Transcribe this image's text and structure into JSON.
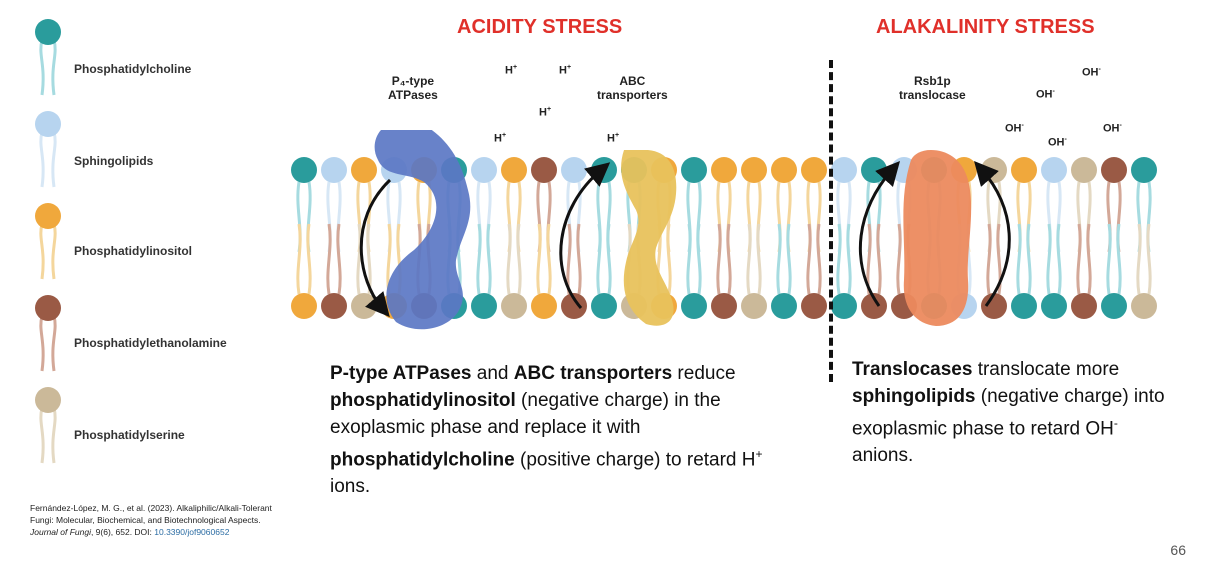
{
  "legend": [
    {
      "label": "Phosphatidylcholine",
      "color": "#2a9c9c",
      "tail": "#a6dbe0"
    },
    {
      "label": "Sphingolipids",
      "color": "#b7d4ef",
      "tail": "#d7e7f5"
    },
    {
      "label": "Phosphatidylinositol",
      "color": "#f0a83c",
      "tail": "#f4d69c"
    },
    {
      "label": "Phosphatidylethanolamine",
      "color": "#9a5a45",
      "tail": "#d3a898"
    },
    {
      "label": "Phosphatidylserine",
      "color": "#cbb999",
      "tail": "#e4d9c3"
    }
  ],
  "titles": {
    "acidity": "ACIDITY STRESS",
    "alkalinity": "ALAKALINITY STRESS"
  },
  "labels": {
    "p4_atpases": "P₄-type\nATPases",
    "abc_transporters": "ABC\ntransporters",
    "rsb1p": "Rsb1p\ntranslocase"
  },
  "ions": {
    "h": "H",
    "h_sup": "+",
    "oh": "OH",
    "oh_sup": "-"
  },
  "acid_text": {
    "t1": "P-type ATPases",
    "t2": " and ",
    "t3": "ABC transporters",
    "t4": " reduce ",
    "t5": "phosphatidylinositol",
    "t6": " (negative charge) in the exoplasmic phase and replace it with ",
    "t7": "phosphatidylcholine",
    "t8": "  (positive charge) to retard H",
    "t9": "+",
    "t10": " ions."
  },
  "alk_text": {
    "t1": "Translocases",
    "t2": " translocate more ",
    "t3": "sphingolipids",
    "t4": " (negative charge) into exoplasmic phase to retard OH",
    "t5": "-",
    "t6": " anions."
  },
  "citation": {
    "authors": "Fernández-López, M. G., et al. (2023). Alkaliphilic/Alkali-Tolerant Fungi: Molecular, Biochemical, and Biotechnological Aspects. ",
    "journal": "Journal of Fungi",
    "vol": ", 9(6), 652. DOI: ",
    "doi": "10.3390/jof9060652"
  },
  "page_number": "66",
  "membrane": {
    "top_row": [
      "pc",
      "sp",
      "pi",
      "sp",
      "pi",
      "pc",
      "sp",
      "pi",
      "pe",
      "sp",
      "pc",
      "pc",
      "pi",
      "pc",
      "pi",
      "pi",
      "pi",
      "pi",
      "sp",
      "pc",
      "sp",
      "pc",
      "pi",
      "ps",
      "pi",
      "sp",
      "ps",
      "pe",
      "pc"
    ],
    "bottom_row": [
      "pi",
      "pe",
      "ps",
      "pi",
      "pe",
      "pc",
      "pc",
      "ps",
      "pi",
      "pe",
      "pc",
      "ps",
      "pi",
      "pc",
      "pe",
      "ps",
      "pc",
      "pe",
      "pc",
      "pe",
      "pe",
      "pc",
      "sp",
      "pe",
      "pc",
      "pc",
      "pe",
      "pc",
      "ps"
    ],
    "colors": {
      "pc": [
        "#2a9c9c",
        "#a6dbe0"
      ],
      "sp": [
        "#b7d4ef",
        "#d7e7f5"
      ],
      "pi": [
        "#f0a83c",
        "#f4d69c"
      ],
      "pe": [
        "#9a5a45",
        "#d3a898"
      ],
      "ps": [
        "#cbb999",
        "#e4d9c3"
      ]
    },
    "protein_colors": {
      "atpase": "#5b77c4",
      "abc": "#e8c25c",
      "rsb1p": "#ec8a5e"
    }
  }
}
